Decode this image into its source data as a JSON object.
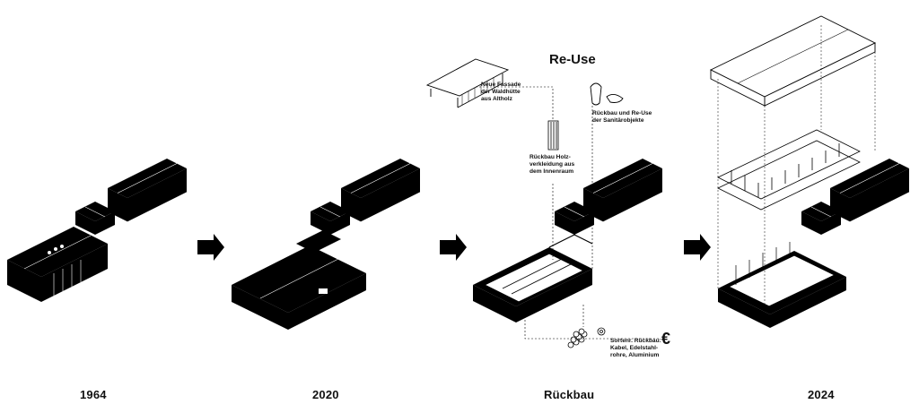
{
  "captions": [
    "1964",
    "2020",
    "Rückbau",
    "2024"
  ],
  "reuse": {
    "title": "Re-Use",
    "note_facade": "Neue Fassade\nder Waldhütte\naus Altholz",
    "note_sanitary": "Rückbau und Re-Use\nder Sanitärobjekte",
    "note_wood": "Rückbau Holz-\nverkleidung aus\ndem Innenraum",
    "note_sorted": "Sortenr. Rückbau:\nKabel, Edelstahl-\nrohre, Aluminium",
    "currency": "€"
  },
  "colors": {
    "ink": "#000000",
    "paper": "#ffffff"
  }
}
